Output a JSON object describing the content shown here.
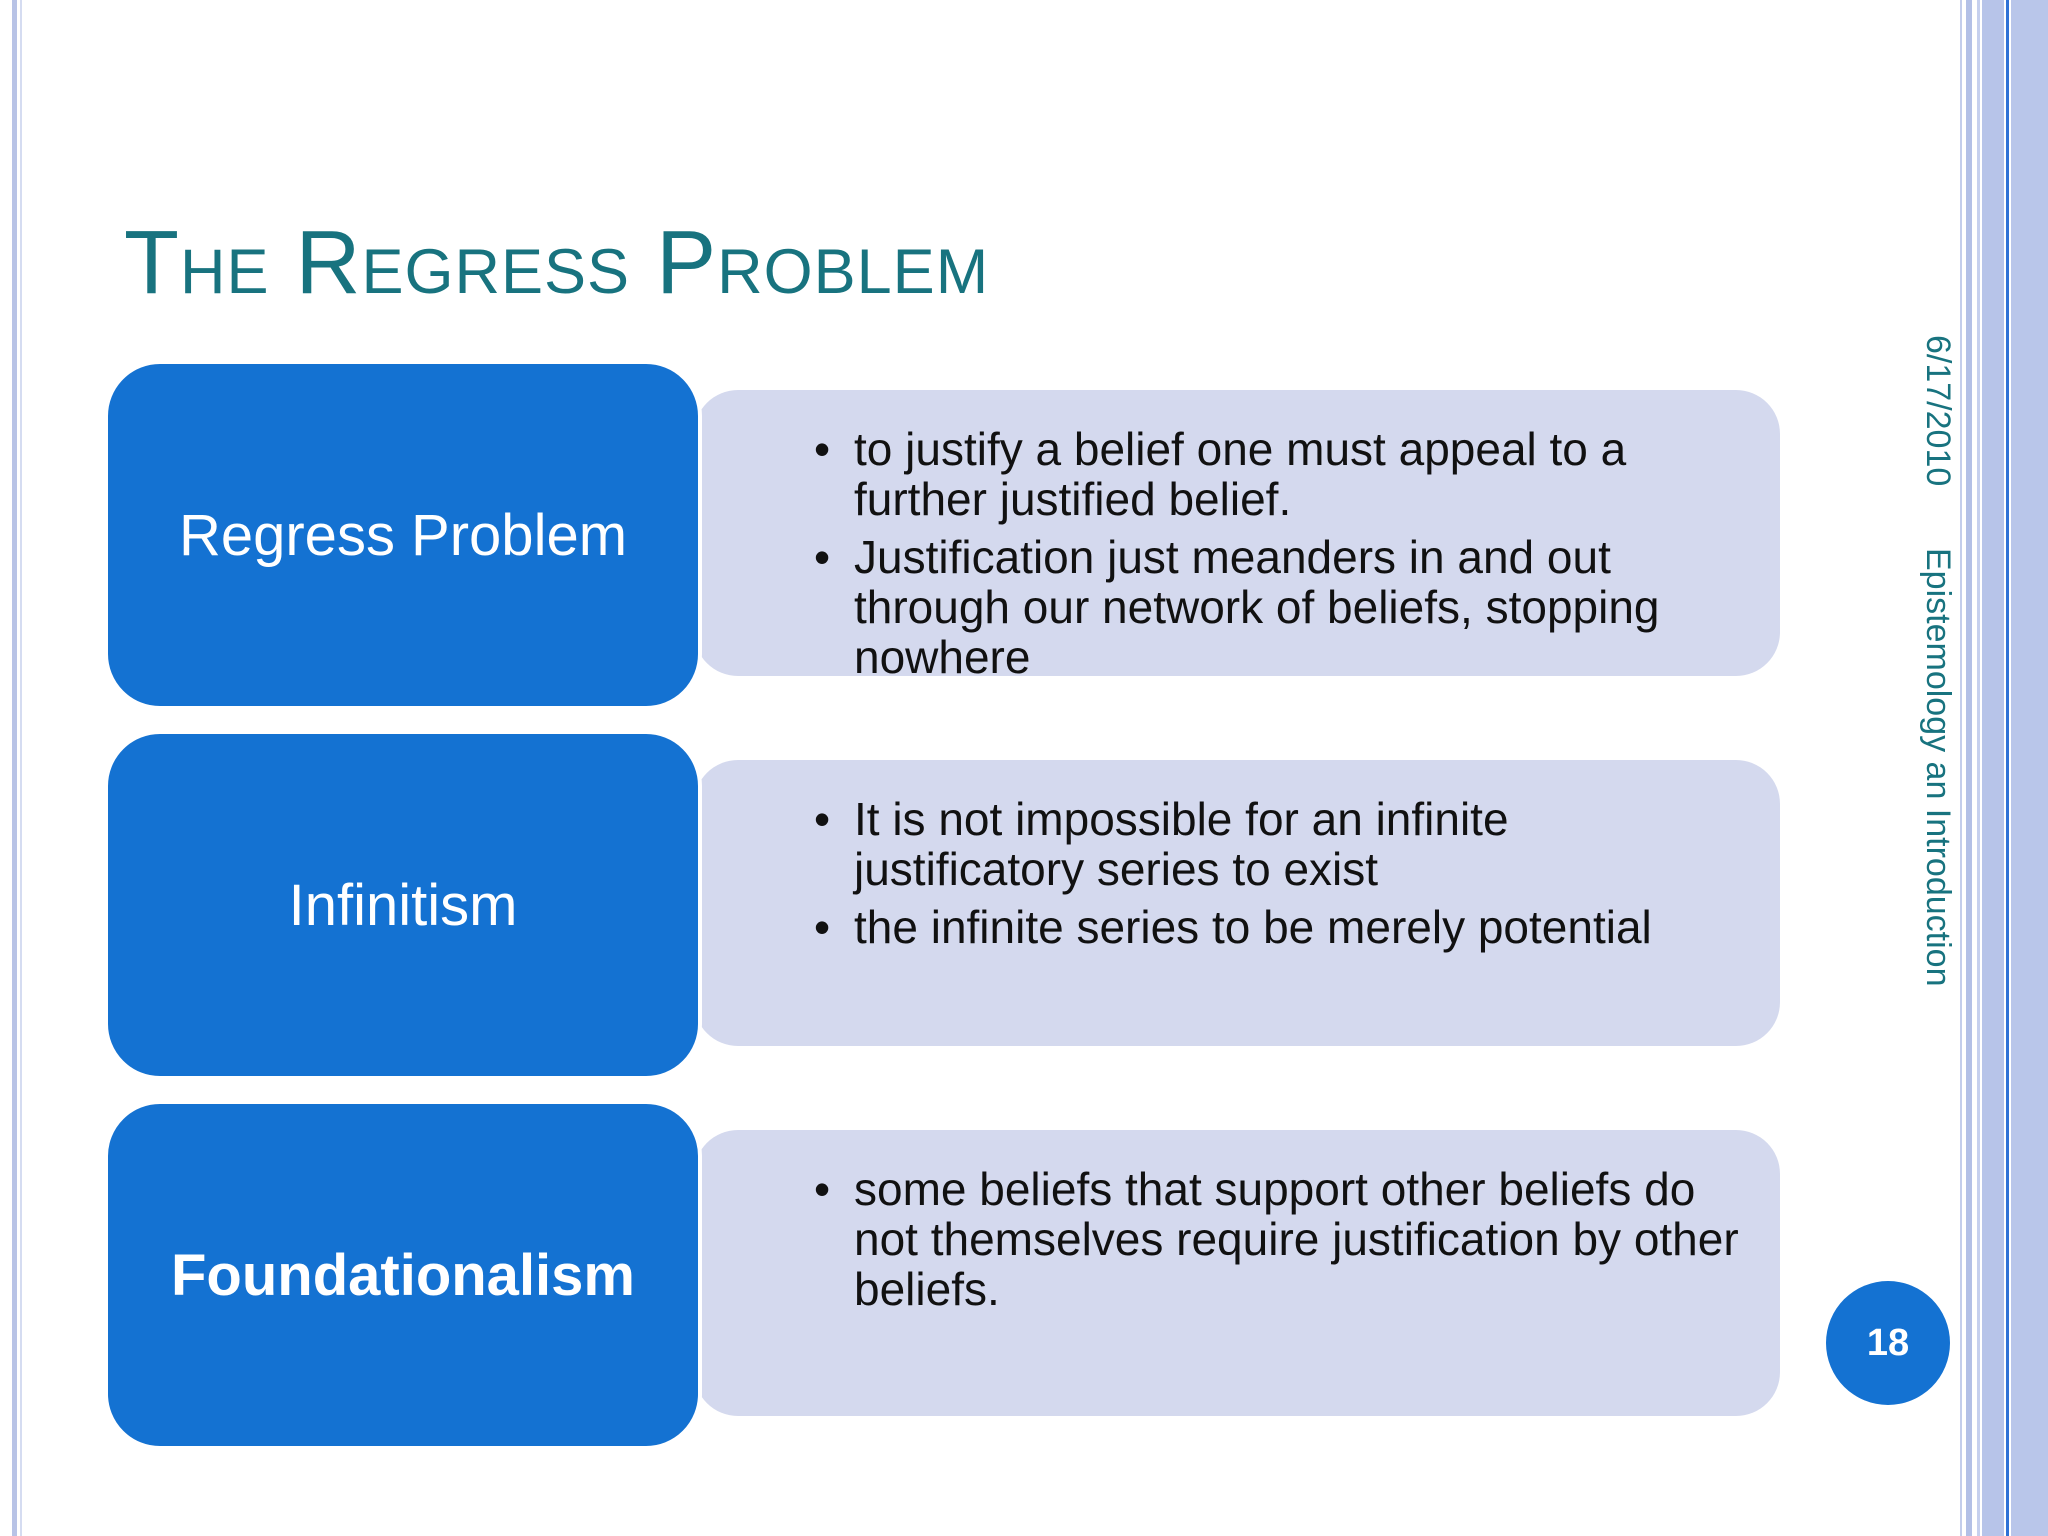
{
  "slide": {
    "title": "The Regress Problem",
    "date": "6/17/2010",
    "course": "Epistemology an Introduction",
    "page_number": "18"
  },
  "rows": [
    {
      "label": "Regress Problem",
      "bullets": [
        "to justify a belief one must appeal to a further justified belief.",
        "Justification just meanders in and out through our network of beliefs, stopping nowhere"
      ]
    },
    {
      "label": "Infinitism",
      "bullets": [
        "It is not impossible for an infinite justificatory series to exist",
        "the infinite series to be merely potential"
      ]
    },
    {
      "label": "Foundationalism",
      "bullets": [
        "some beliefs that support other beliefs do not themselves require justification by other beliefs."
      ]
    }
  ],
  "colors": {
    "title": "#18737f",
    "label_box": "#1472d2",
    "detail_box": "#d4d9ee"
  }
}
